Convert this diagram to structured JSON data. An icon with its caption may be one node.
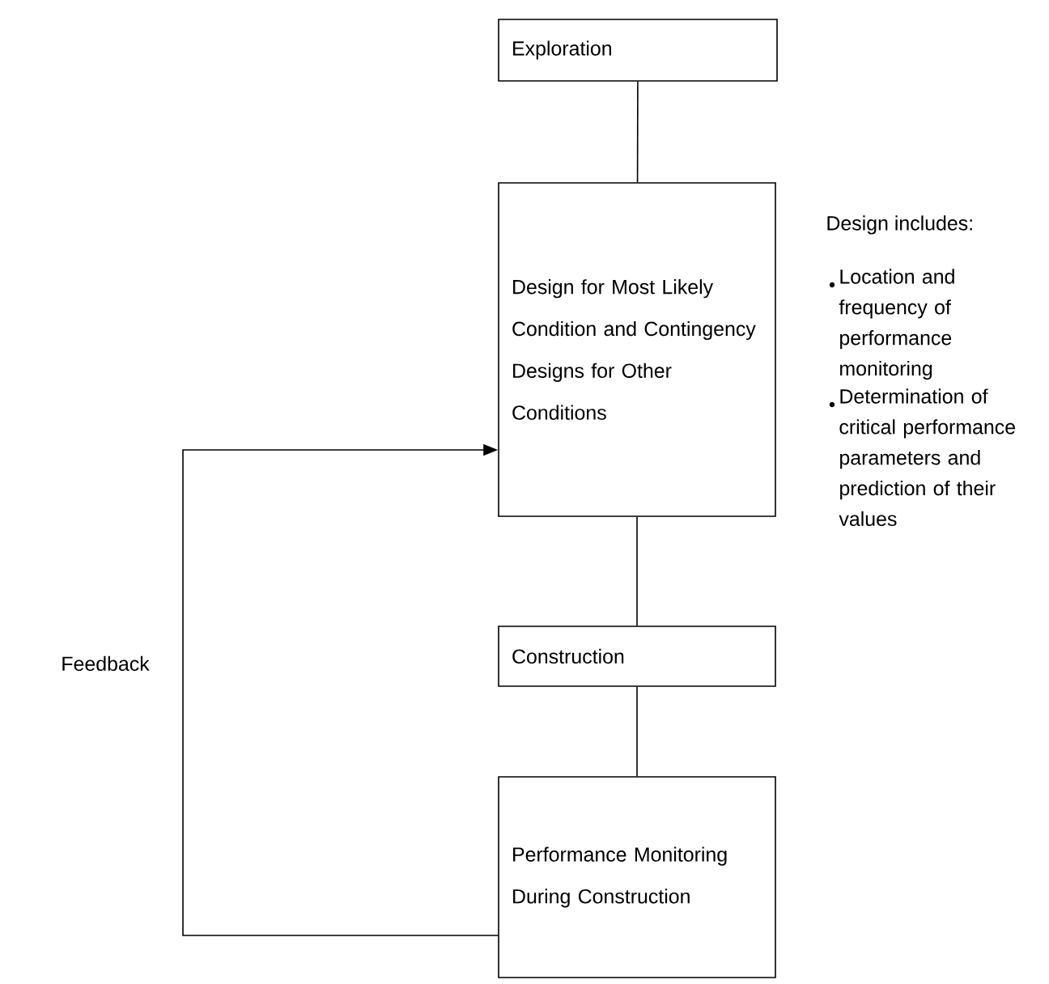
{
  "diagram": {
    "nodes": [
      {
        "text": [
          "Exploration"
        ]
      },
      {
        "text": [
          "Design for Most Likely Condition and Contingency Designs for Other Conditions"
        ]
      },
      {
        "text": [
          "Construction"
        ]
      },
      {
        "text": [
          "Performance Monitoring During Construction"
        ]
      }
    ],
    "edges": [
      {
        "from": 0,
        "to": 1,
        "arrow": "none"
      },
      {
        "from": 1,
        "to": 2,
        "arrow": "none"
      },
      {
        "from": 2,
        "to": 3,
        "arrow": "none"
      },
      {
        "from": 3,
        "to": 1,
        "arrow": "to",
        "label": "Feedback"
      }
    ],
    "labels": [
      "Design includes:",
      "Location and frequency of performance monitoring",
      "Determination of critical performance parameters and prediction of their values"
    ]
  }
}
